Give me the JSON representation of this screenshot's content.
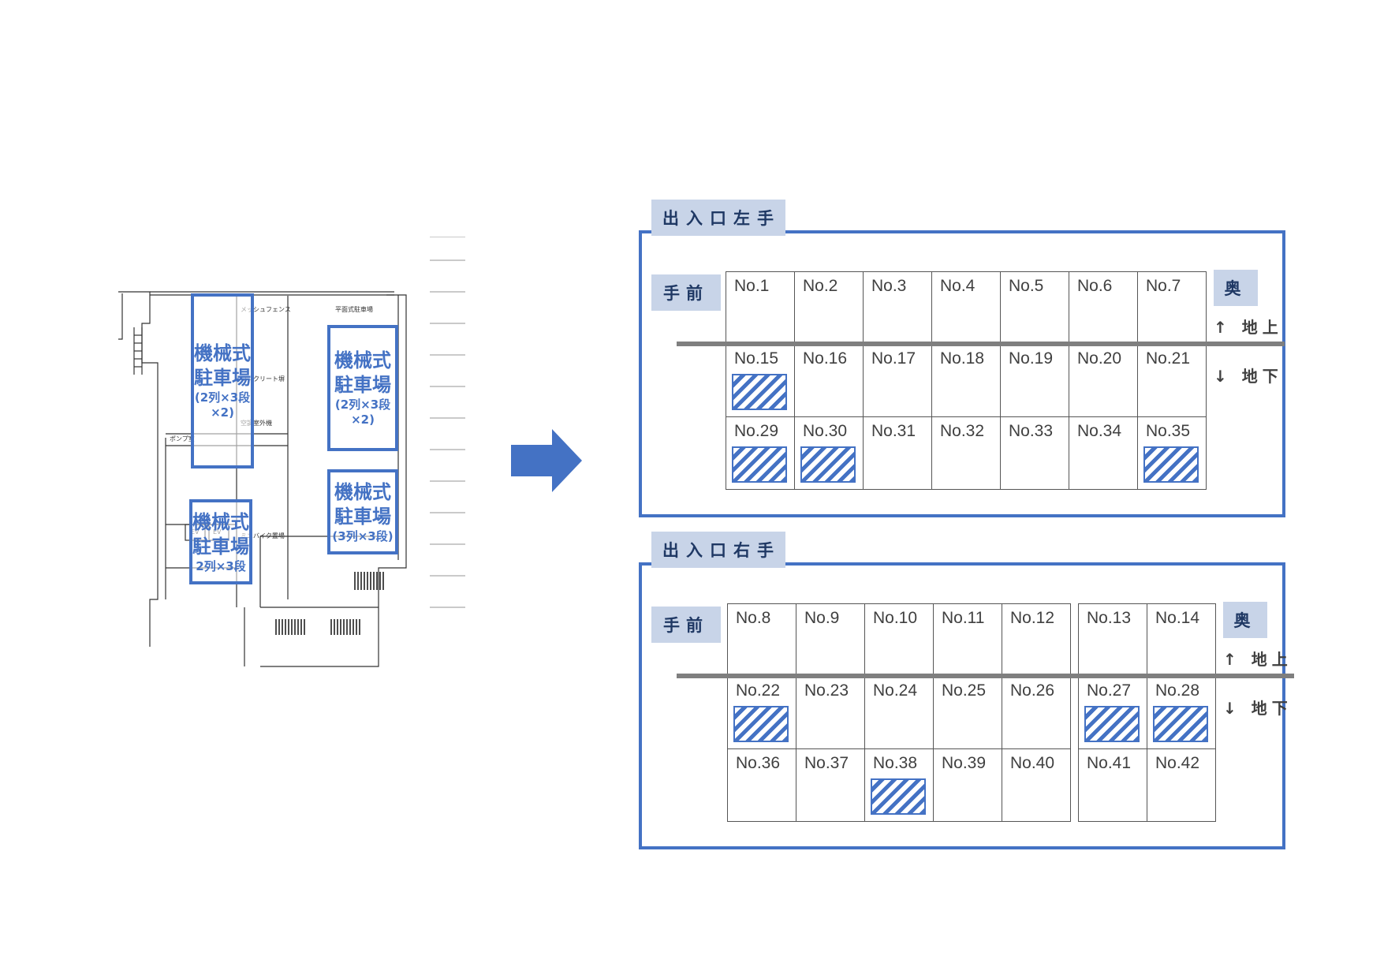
{
  "floor_plan": {
    "labels": [
      {
        "line1": "機械式",
        "line2": "駐車場",
        "line3": "(2列×3段",
        "line4": "×2)"
      },
      {
        "line1": "機械式",
        "line2": "駐車場",
        "line3": "(2列×3段",
        "line4": "×2)"
      },
      {
        "line1": "機械式",
        "line2": "駐車場",
        "line3": "2列×3段",
        "line4": ""
      },
      {
        "line1": "機械式",
        "line2": "駐車場",
        "line3": "(3列×3段)",
        "line4": ""
      }
    ],
    "annotations": [
      "メッシュフェンス",
      "コンクリート塀",
      "空調室外機",
      "平面式駐車場",
      "ミニバイク置場",
      "ポンプ室",
      "EV",
      "EV"
    ]
  },
  "arrow_color": "#4472c4",
  "accent_color": "#4472c4",
  "tag_color": "#c8d4e8",
  "sections": [
    {
      "title": "出入口左手",
      "front_label": "手前",
      "back_label": "奥",
      "above_label": "↑ 地上",
      "below_label": "↓ 地下",
      "rows": [
        [
          {
            "label": "No.1",
            "occupied": false
          },
          {
            "label": "No.2",
            "occupied": false
          },
          {
            "label": "No.3",
            "occupied": false
          },
          {
            "label": "No.4",
            "occupied": false
          },
          {
            "label": "No.5",
            "occupied": false
          },
          {
            "label": "No.6",
            "occupied": false
          },
          {
            "label": "No.7",
            "occupied": false
          }
        ],
        [
          {
            "label": "No.15",
            "occupied": true
          },
          {
            "label": "No.16",
            "occupied": false
          },
          {
            "label": "No.17",
            "occupied": false
          },
          {
            "label": "No.18",
            "occupied": false
          },
          {
            "label": "No.19",
            "occupied": false
          },
          {
            "label": "No.20",
            "occupied": false
          },
          {
            "label": "No.21",
            "occupied": false
          }
        ],
        [
          {
            "label": "No.29",
            "occupied": true
          },
          {
            "label": "No.30",
            "occupied": true
          },
          {
            "label": "No.31",
            "occupied": false
          },
          {
            "label": "No.32",
            "occupied": false
          },
          {
            "label": "No.33",
            "occupied": false
          },
          {
            "label": "No.34",
            "occupied": false
          },
          {
            "label": "No.35",
            "occupied": true
          }
        ]
      ]
    },
    {
      "title": "出入口右手",
      "front_label": "手前",
      "back_label": "奥",
      "above_label": "↑ 地上",
      "below_label": "↓ 地下",
      "rows": [
        [
          {
            "label": "No.8",
            "occupied": false
          },
          {
            "label": "No.9",
            "occupied": false
          },
          {
            "label": "No.10",
            "occupied": false
          },
          {
            "label": "No.11",
            "occupied": false
          },
          {
            "label": "No.12",
            "occupied": false
          },
          {
            "label": "No.13",
            "occupied": false
          },
          {
            "label": "No.14",
            "occupied": false
          }
        ],
        [
          {
            "label": "No.22",
            "occupied": true
          },
          {
            "label": "No.23",
            "occupied": false
          },
          {
            "label": "No.24",
            "occupied": false
          },
          {
            "label": "No.25",
            "occupied": false
          },
          {
            "label": "No.26",
            "occupied": false
          },
          {
            "label": "No.27",
            "occupied": true
          },
          {
            "label": "No.28",
            "occupied": true
          }
        ],
        [
          {
            "label": "No.36",
            "occupied": false
          },
          {
            "label": "No.37",
            "occupied": false
          },
          {
            "label": "No.38",
            "occupied": true
          },
          {
            "label": "No.39",
            "occupied": false
          },
          {
            "label": "No.40",
            "occupied": false
          },
          {
            "label": "No.41",
            "occupied": false
          },
          {
            "label": "No.42",
            "occupied": false
          }
        ]
      ]
    }
  ]
}
